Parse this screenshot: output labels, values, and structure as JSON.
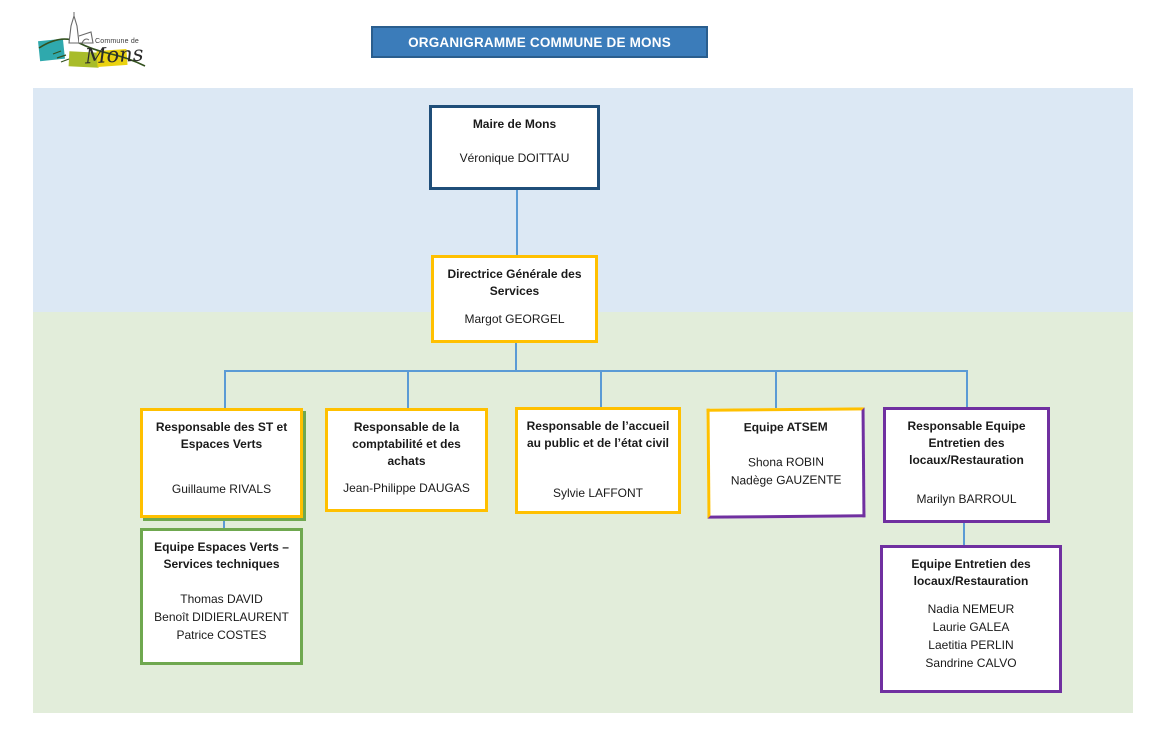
{
  "logo": {
    "text_small": "Commune de",
    "text_main": "Mons"
  },
  "banner": {
    "title": "ORGANIGRAMME COMMUNE DE MONS",
    "bg_color": "#3b7cba",
    "border_color": "#2a5e8e"
  },
  "colors": {
    "region_top": "#dce8f4",
    "region_bottom": "#e2edda",
    "connector": "#5b9bd5",
    "border_navy": "#1f4e79",
    "border_gold": "#ffc000",
    "border_purple": "#7030a0",
    "border_green": "#6fa84f"
  },
  "nodes": {
    "maire": {
      "title": "Maire de Mons",
      "names": [
        "Véronique DOITTAU"
      ]
    },
    "dgs": {
      "title": "Directrice Générale des Services",
      "names": [
        "Margot GEORGEL"
      ]
    },
    "st": {
      "title": "Responsable des ST et Espaces Verts",
      "names": [
        "Guillaume RIVALS"
      ]
    },
    "compta": {
      "title": "Responsable de la comptabilité et des achats",
      "names": [
        "Jean-Philippe DAUGAS"
      ]
    },
    "accueil": {
      "title": "Responsable de l’accueil au public et de l’état civil",
      "names": [
        "Sylvie LAFFONT"
      ]
    },
    "atsem": {
      "title": "Equipe ATSEM",
      "names": [
        "Shona ROBIN",
        "Nadège GAUZENTE"
      ]
    },
    "resp_entretien": {
      "title": "Responsable Equipe Entretien des locaux/Restauration",
      "names": [
        "Marilyn BARROUL"
      ]
    },
    "eev": {
      "title": "Equipe Espaces Verts – Services techniques",
      "names": [
        "Thomas DAVID",
        "Benoît DIDIERLAURENT",
        "Patrice COSTES"
      ]
    },
    "ee": {
      "title": "Equipe Entretien des locaux/Restauration",
      "names": [
        "Nadia NEMEUR",
        "Laurie GALEA",
        "Laetitia PERLIN",
        "Sandrine CALVO"
      ]
    }
  }
}
